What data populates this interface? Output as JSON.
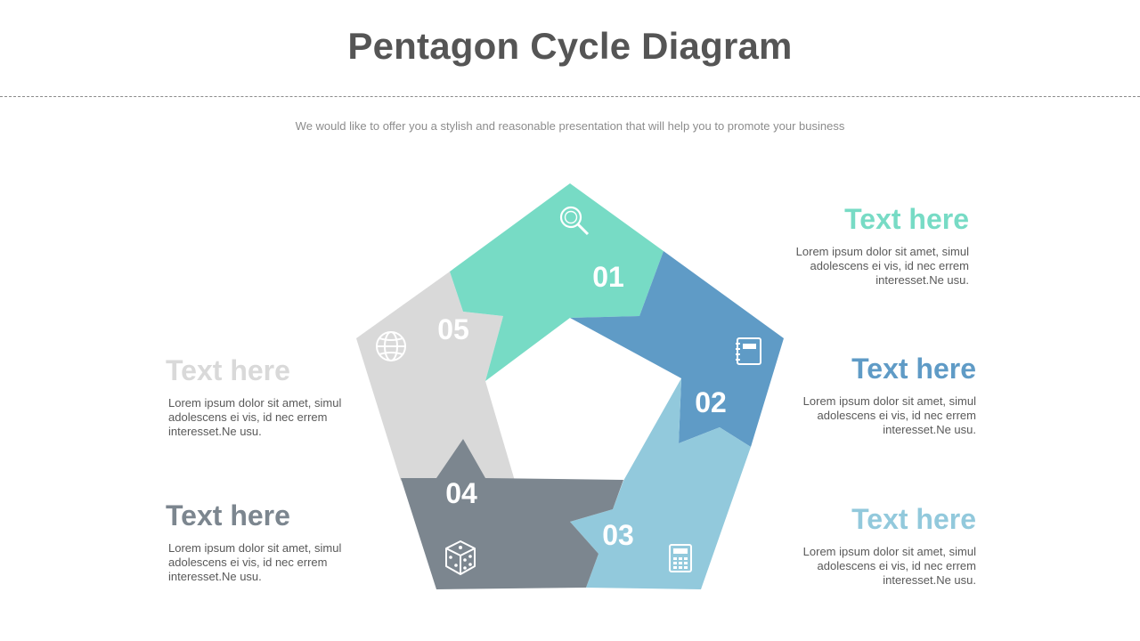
{
  "page": {
    "title": "Pentagon Cycle Diagram",
    "subtitle": "We would like to offer you a stylish and reasonable presentation that will help you to promote your business"
  },
  "colors": {
    "step1": "#77dbc5",
    "step2": "#5f9bc6",
    "step3": "#92c9dc",
    "step4": "#7c868f",
    "step5": "#d9d9d9"
  },
  "steps": [
    {
      "number": "01",
      "icon": "magnifier-icon"
    },
    {
      "number": "02",
      "icon": "notebook-icon"
    },
    {
      "number": "03",
      "icon": "calculator-icon"
    },
    {
      "number": "04",
      "icon": "dice-icon"
    },
    {
      "number": "05",
      "icon": "globe-icon"
    }
  ],
  "blocks": [
    {
      "heading": "Text here",
      "body": [
        "Lorem ipsum dolor sit amet, simul",
        "adolescens ei vis, id nec errem",
        "interesset.Ne usu."
      ]
    },
    {
      "heading": "Text here",
      "body": [
        "Lorem ipsum dolor sit amet, simul",
        "adolescens ei vis, id nec errem",
        "interesset.Ne usu."
      ]
    },
    {
      "heading": "Text here",
      "body": [
        "Lorem ipsum dolor sit amet, simul",
        "adolescens ei vis, id nec errem",
        "interesset.Ne usu."
      ]
    },
    {
      "heading": "Text here",
      "body": [
        "Lorem ipsum dolor sit amet, simul",
        "adolescens ei vis, id nec errem",
        "interesset.Ne usu."
      ]
    },
    {
      "heading": "Text here",
      "body": [
        "Lorem ipsum dolor sit amet, simul",
        "adolescens ei vis, id nec errem",
        "interesset.Ne usu."
      ]
    }
  ]
}
